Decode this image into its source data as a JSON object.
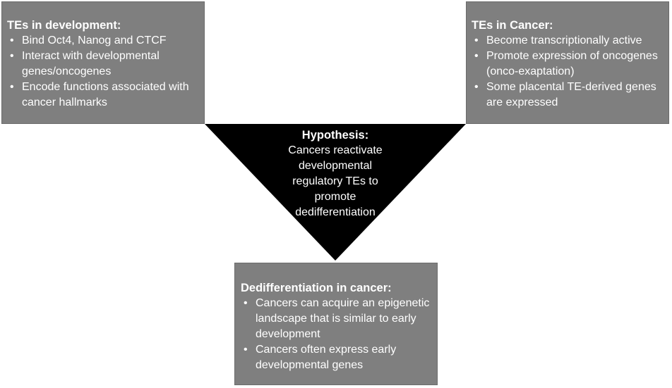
{
  "colors": {
    "box_fill": "#7f7f7f",
    "triangle_fill": "#000000",
    "text": "#ffffff"
  },
  "development": {
    "title": "TEs in development:",
    "items": [
      "Bind Oct4, Nanog and CTCF",
      "Interact with developmental genes/oncogenes",
      "Encode functions associated with cancer hallmarks"
    ]
  },
  "cancer": {
    "title": "TEs in Cancer:",
    "items": [
      "Become transcriptionally active",
      "Promote expression of oncogenes (onco-exaptation)",
      "Some placental TE-derived genes are expressed"
    ]
  },
  "hypothesis": {
    "title": "Hypothesis:",
    "lines": [
      "Cancers reactivate",
      "developmental",
      "regulatory TEs to",
      "promote",
      "dedifferentiation"
    ]
  },
  "dedifferentiation": {
    "title": "Dedifferentiation in cancer:",
    "items": [
      "Cancers can acquire an epigenetic landscape that is similar to  early development",
      "Cancers often express early developmental genes"
    ]
  }
}
